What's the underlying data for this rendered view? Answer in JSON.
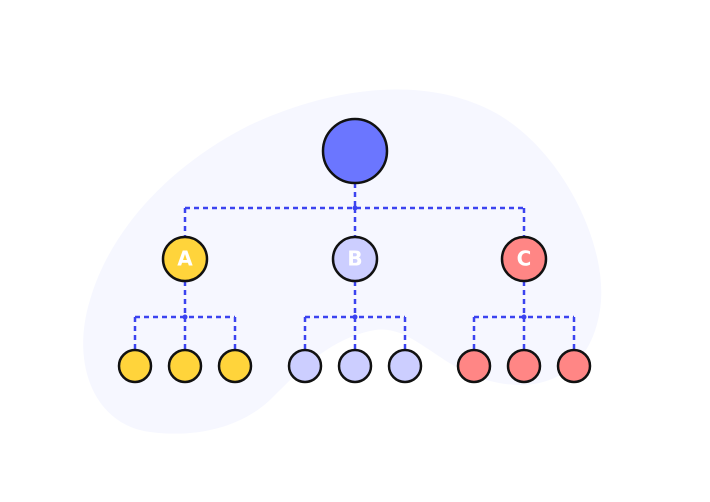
{
  "colors": {
    "blob": "#f6f7ff",
    "root": "#6b76ff",
    "connector": "#3b43f0",
    "outline": "#111111",
    "label": "#ffffff"
  },
  "tree": {
    "root": {
      "label": "",
      "color": "#6b76ff"
    },
    "groups": [
      {
        "label": "A",
        "color": "#ffd43b",
        "children": [
          "",
          "",
          ""
        ]
      },
      {
        "label": "B",
        "color": "#ccceff",
        "children": [
          "",
          "",
          ""
        ]
      },
      {
        "label": "C",
        "color": "#ff8685",
        "children": [
          "",
          "",
          ""
        ]
      }
    ]
  }
}
